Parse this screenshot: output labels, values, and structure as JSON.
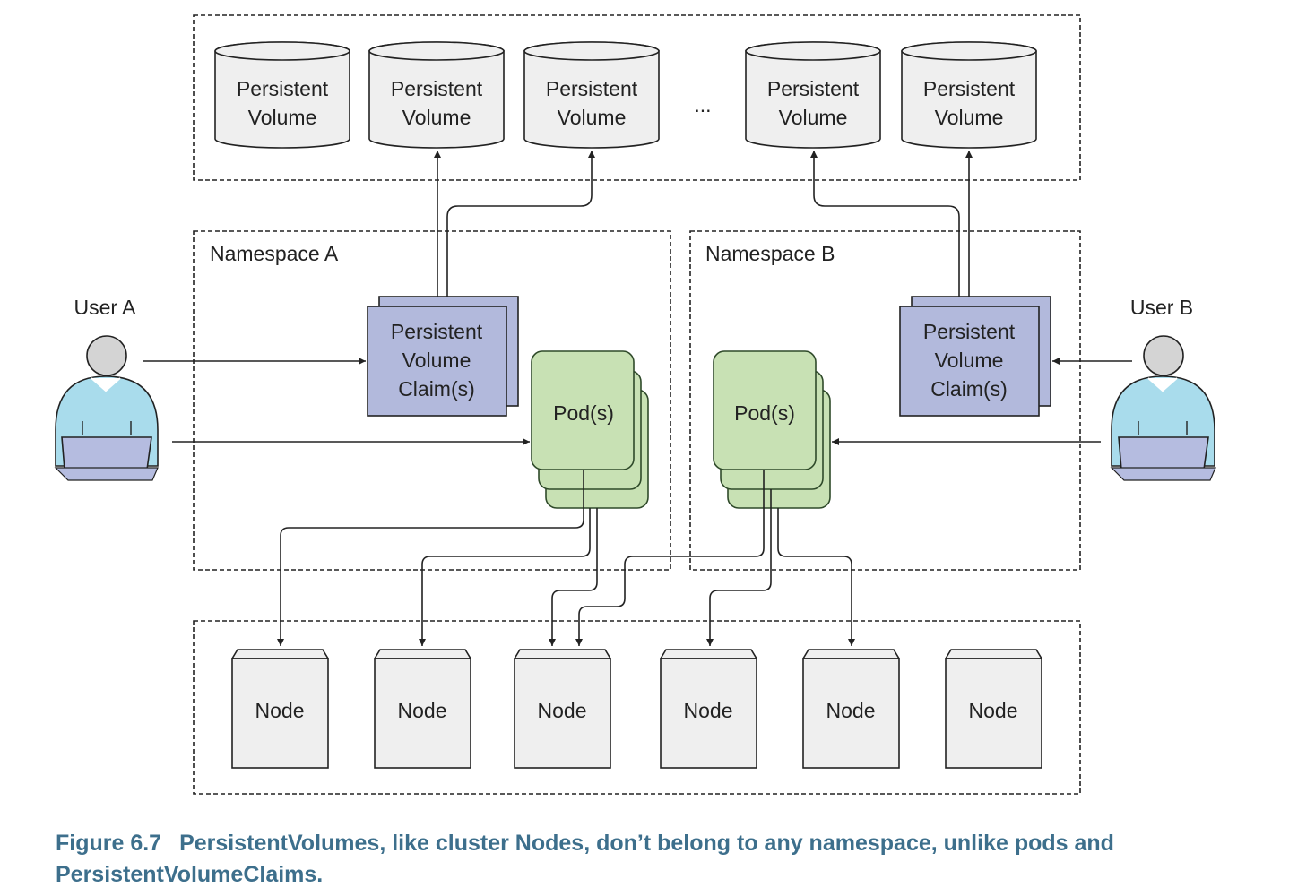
{
  "volumes": {
    "label_line1": "Persistent",
    "label_line2": "Volume",
    "ellipsis": "..."
  },
  "namespaces": {
    "a": {
      "title": "Namespace A"
    },
    "b": {
      "title": "Namespace B"
    }
  },
  "users": {
    "a": {
      "label": "User A"
    },
    "b": {
      "label": "User B"
    }
  },
  "claims": {
    "line1": "Persistent",
    "line2": "Volume",
    "line3": "Claim(s)"
  },
  "pods": {
    "label": "Pod(s)"
  },
  "nodes": {
    "label": "Node"
  },
  "caption": {
    "number": "Figure 6.7",
    "text": "PersistentVolumes, like cluster Nodes, don’t belong to any namespace, unlike pods and PersistentVolumeClaims."
  },
  "colors": {
    "volume_fill": "#efefef",
    "claim_fill": "#b2b9dc",
    "pod_fill": "#c8e1b4",
    "pod_stroke": "#2f4a2a",
    "node_fill": "#efefef",
    "user_head": "#d4d4d4",
    "user_body": "#a9dcec",
    "laptop": "#b5bce0",
    "caption": "#3d6f8c"
  }
}
